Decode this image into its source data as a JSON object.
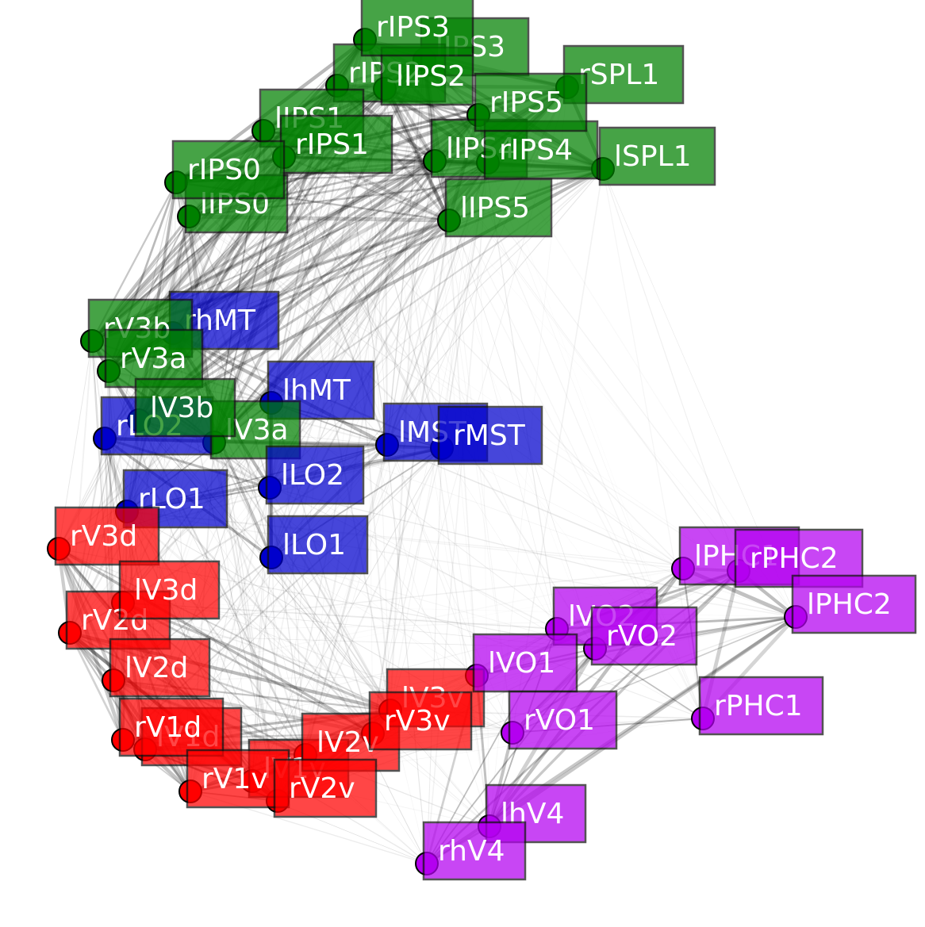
{
  "colors": {
    "green": "#008000",
    "blue": "#0000cc",
    "red": "#ff0000",
    "purple": "#b400f0"
  },
  "nodes": [
    {
      "id": "lIPS3",
      "label": "lIPS3",
      "group": "green"
    },
    {
      "id": "rIPS2",
      "label": "rIPS2",
      "group": "green"
    },
    {
      "id": "lIPS2",
      "label": "lIPS2",
      "group": "green"
    },
    {
      "id": "rIPS3",
      "label": "rIPS3",
      "group": "green"
    },
    {
      "id": "rSPL1",
      "label": "rSPL1",
      "group": "green"
    },
    {
      "id": "lIPS1",
      "label": "lIPS1",
      "group": "green"
    },
    {
      "id": "rIPS1",
      "label": "rIPS1",
      "group": "green"
    },
    {
      "id": "lIPS4",
      "label": "lIPS4",
      "group": "green"
    },
    {
      "id": "rIPS4",
      "label": "rIPS4",
      "group": "green"
    },
    {
      "id": "rIPS5",
      "label": "rIPS5",
      "group": "green"
    },
    {
      "id": "lSPL1",
      "label": "lSPL1",
      "group": "green"
    },
    {
      "id": "lIPS0",
      "label": "lIPS0",
      "group": "green"
    },
    {
      "id": "rIPS0",
      "label": "rIPS0",
      "group": "green"
    },
    {
      "id": "lIPS5",
      "label": "lIPS5",
      "group": "green"
    },
    {
      "id": "rhMT",
      "label": "rhMT",
      "group": "blue"
    },
    {
      "id": "rV3b",
      "label": "rV3b",
      "group": "green"
    },
    {
      "id": "rV3a",
      "label": "rV3a",
      "group": "green"
    },
    {
      "id": "lhMT",
      "label": "lhMT",
      "group": "blue"
    },
    {
      "id": "rLO2",
      "label": "rLO2",
      "group": "blue"
    },
    {
      "id": "lV3a",
      "label": "lV3a",
      "group": "green"
    },
    {
      "id": "lV3b",
      "label": "lV3b",
      "group": "green"
    },
    {
      "id": "lMST",
      "label": "lMST",
      "group": "blue"
    },
    {
      "id": "rMST",
      "label": "rMST",
      "group": "blue"
    },
    {
      "id": "lLO2",
      "label": "lLO2",
      "group": "blue"
    },
    {
      "id": "rLO1",
      "label": "rLO1",
      "group": "blue"
    },
    {
      "id": "lLO1",
      "label": "lLO1",
      "group": "blue"
    },
    {
      "id": "rV3d",
      "label": "rV3d",
      "group": "red"
    },
    {
      "id": "rV2d",
      "label": "rV2d",
      "group": "red"
    },
    {
      "id": "lV3d",
      "label": "lV3d",
      "group": "red"
    },
    {
      "id": "lV2d",
      "label": "lV2d",
      "group": "red"
    },
    {
      "id": "lV1d",
      "label": "lV1d",
      "group": "red"
    },
    {
      "id": "rV1d",
      "label": "rV1d",
      "group": "red"
    },
    {
      "id": "lV1v",
      "label": "lV1v",
      "group": "red"
    },
    {
      "id": "rV1v",
      "label": "rV1v",
      "group": "red"
    },
    {
      "id": "lV2v",
      "label": "lV2v",
      "group": "red"
    },
    {
      "id": "lV3v",
      "label": "lV3v",
      "group": "red"
    },
    {
      "id": "rV3v",
      "label": "rV3v",
      "group": "red"
    },
    {
      "id": "rV2v",
      "label": "rV2v",
      "group": "red"
    },
    {
      "id": "lPHC1",
      "label": "lPHC1",
      "group": "purple"
    },
    {
      "id": "rPHC2",
      "label": "rPHC2",
      "group": "purple"
    },
    {
      "id": "lPHC2",
      "label": "lPHC2",
      "group": "purple"
    },
    {
      "id": "lVO2",
      "label": "lVO2",
      "group": "purple"
    },
    {
      "id": "rVO2",
      "label": "rVO2",
      "group": "purple"
    },
    {
      "id": "lVO1",
      "label": "lVO1",
      "group": "purple"
    },
    {
      "id": "rVO1",
      "label": "rVO1",
      "group": "purple"
    },
    {
      "id": "rPHC1",
      "label": "rPHC1",
      "group": "purple"
    },
    {
      "id": "lhV4",
      "label": "lhV4",
      "group": "purple"
    },
    {
      "id": "rhV4",
      "label": "rhV4",
      "group": "purple"
    }
  ]
}
